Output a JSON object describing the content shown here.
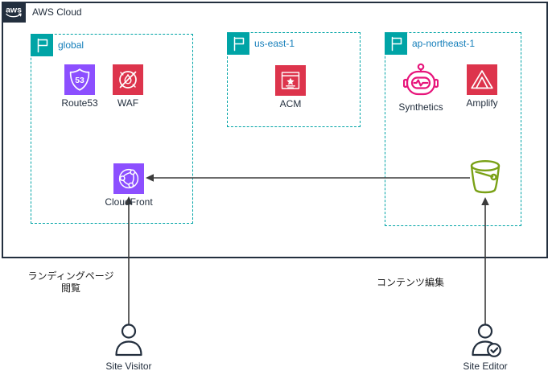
{
  "aws_cloud": {
    "logo_text": "aws",
    "title": "AWS Cloud"
  },
  "regions": {
    "global": {
      "label": "global"
    },
    "us_east_1": {
      "label": "us-east-1"
    },
    "ap_northeast_1": {
      "label": "ap-northeast-1"
    }
  },
  "services": {
    "route53": {
      "label": "Route53",
      "badge": "53"
    },
    "waf": {
      "label": "WAF"
    },
    "acm": {
      "label": "ACM"
    },
    "synthetics": {
      "label": "Synthetics"
    },
    "amplify": {
      "label": "Amplify"
    },
    "cloudfront": {
      "label": "CloudFront"
    }
  },
  "actors": {
    "site_visitor": {
      "label": "Site Visitor"
    },
    "site_editor": {
      "label": "Site Editor"
    }
  },
  "annotations": {
    "visitor": {
      "line1": "ランディングページ",
      "line2": "閲覧"
    },
    "editor": {
      "text": "コンテンツ編集"
    }
  },
  "colors": {
    "outline": "#232F3E",
    "region_border": "#00A4A6",
    "region_flag_bg": "#00A4A6",
    "region_label": "#147EBA",
    "purple": "#8C4FFF",
    "red": "#DD344C",
    "pink": "#E7157B",
    "green": "#7AA116",
    "arrow": "#3B3B3B"
  }
}
